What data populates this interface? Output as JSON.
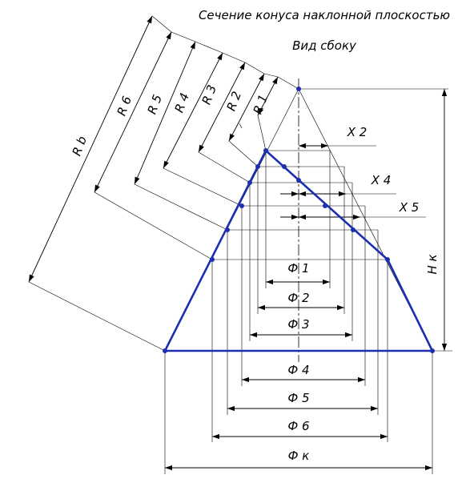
{
  "title": {
    "line1": "Сечение конуса наклонной плоскостью",
    "line2": "Вид сбоку"
  },
  "labels": {
    "r1": "R 1",
    "r2": "R 2",
    "r3": "R 3",
    "r4": "R 4",
    "r5": "R 5",
    "r6": "R 6",
    "rb": "R b",
    "x2": "X 2",
    "x4": "X 4",
    "x5": "X 5",
    "hk": "H к",
    "d1": "Ф 1",
    "d2": "Ф 2",
    "d3": "Ф 3",
    "d4": "Ф 4",
    "d5": "Ф 5",
    "d6": "Ф 6",
    "dk": "Ф к"
  },
  "colors": {
    "outline": "#1c2fb0",
    "lines": "#000000"
  }
}
